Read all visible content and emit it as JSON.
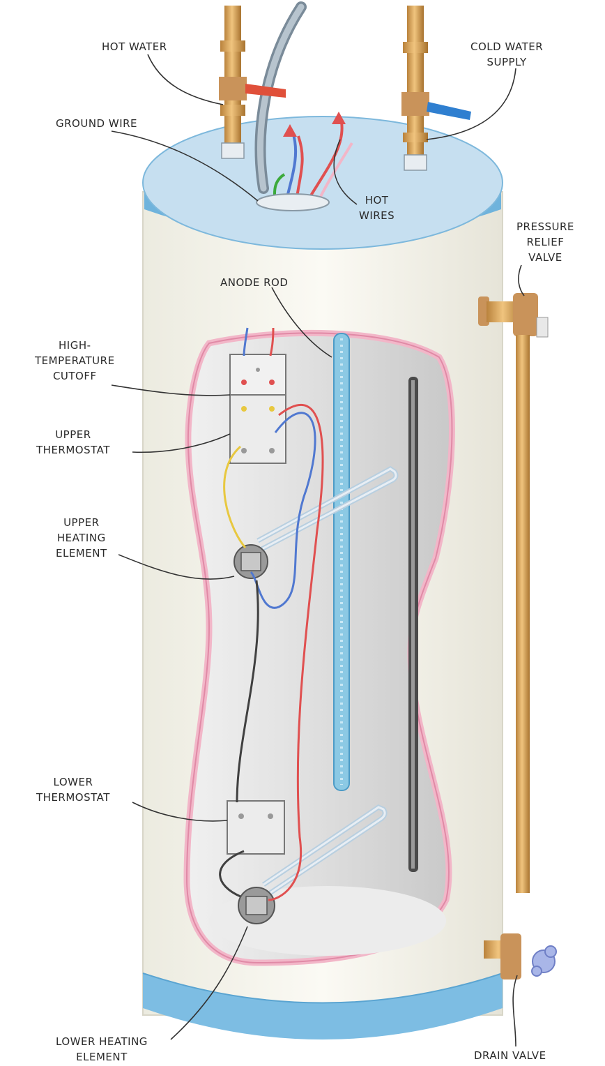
{
  "labels": {
    "hot_water": [
      "HOT WATER"
    ],
    "cold_water_supply": [
      "COLD WATER",
      "SUPPLY"
    ],
    "ground_wire": [
      "GROUND WIRE"
    ],
    "hot_wires": [
      "HOT",
      "WIRES"
    ],
    "pressure_relief_valve": [
      "PRESSURE",
      "RELIEF",
      "VALVE"
    ],
    "anode_rod": [
      "ANODE ROD"
    ],
    "high_temperature_cutoff": [
      "HIGH-",
      "TEMPERATURE",
      "CUTOFF"
    ],
    "upper_thermostat": [
      "UPPER",
      "THERMOSTAT"
    ],
    "upper_heating_element": [
      "UPPER",
      "HEATING",
      "ELEMENT"
    ],
    "lower_thermostat": [
      "LOWER",
      "THERMOSTAT"
    ],
    "lower_heating_element": [
      "LOWER HEATING",
      "ELEMENT"
    ],
    "drain_valve": [
      "DRAIN VALVE"
    ]
  },
  "colors": {
    "tank_body": "#f7f5ec",
    "tank_lid": "#c6dff0",
    "tank_rim": "#6fb3dc",
    "interior": "#dedede",
    "insulation": "#f2b6c8",
    "copper_pipe": "#d9a35a",
    "anode_rod": "#8cc9e4",
    "hot_handle": "#e0503a",
    "cold_handle": "#2f7fd0",
    "wire_red": "#e05050",
    "wire_blue": "#5078d0",
    "wire_yellow": "#e8c840",
    "wire_black": "#404040",
    "leader_line": "#333333"
  }
}
